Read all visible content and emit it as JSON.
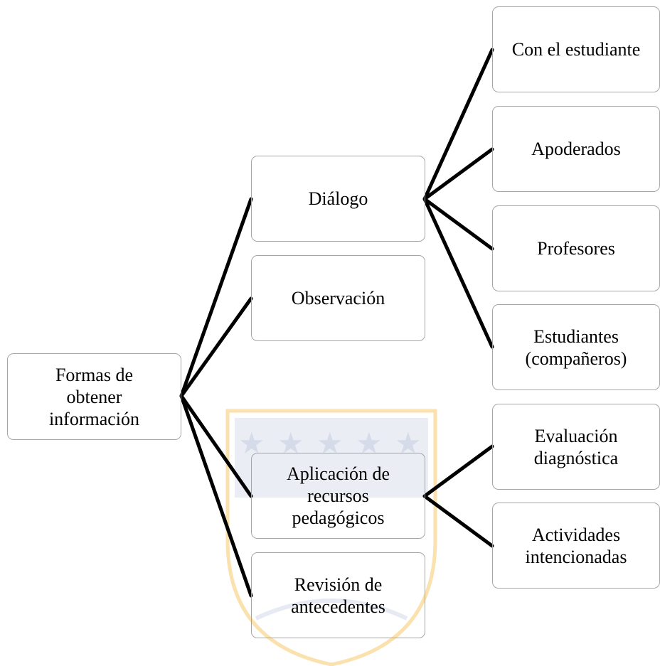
{
  "colors": {
    "connector": "#000000",
    "node_border": "#a6a6a6",
    "watermark_gold": "#f5c96a",
    "watermark_blue": "#c3cbe0"
  },
  "root": {
    "label": "Formas de\nobtener\ninformación"
  },
  "level1": [
    {
      "label": "Diálogo"
    },
    {
      "label": "Observación"
    },
    {
      "label": "Aplicación de\nrecursos\npedagógicos"
    },
    {
      "label": "Revisión de\nantecedentes"
    }
  ],
  "level2_dialogo": [
    {
      "label": "Con el estudiante"
    },
    {
      "label": "Apoderados"
    },
    {
      "label": "Profesores"
    },
    {
      "label": "Estudiantes\n(compañeros)"
    }
  ],
  "level2_recursos": [
    {
      "label": "Evaluación\ndiagnóstica"
    },
    {
      "label": "Actividades\nintencionadas"
    }
  ]
}
